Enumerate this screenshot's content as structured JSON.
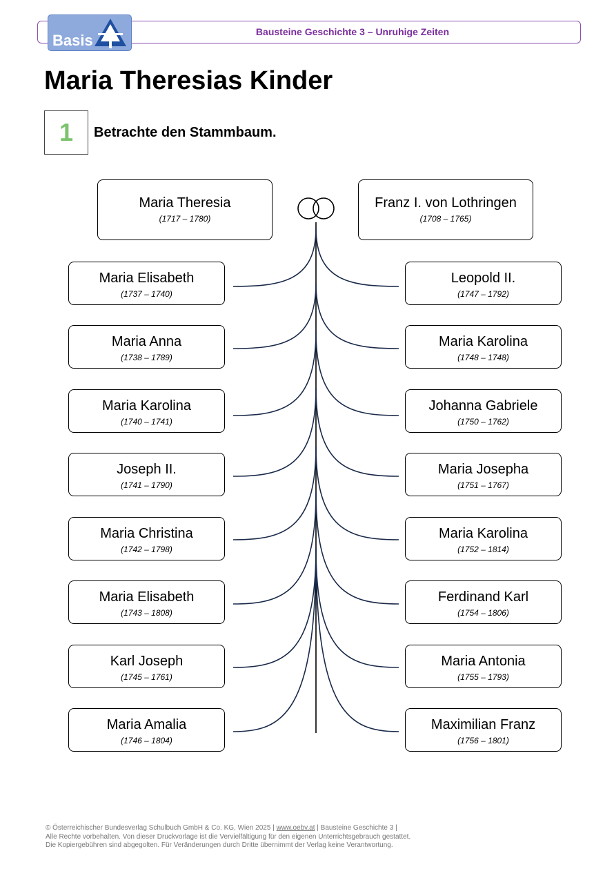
{
  "header": {
    "logo_text": "Basis",
    "series_title": "Bausteine Geschichte 3 – Unruhige Zeiten"
  },
  "title": "Maria Theresias Kinder",
  "task": {
    "number": "1",
    "instruction": "Betrachte den Stammbaum."
  },
  "parents": {
    "mother": {
      "name": "Maria Theresia",
      "years": "(1717 – 1780)"
    },
    "father": {
      "name": "Franz I. von Lothringen",
      "years": "(1708 – 1765)"
    }
  },
  "children_left": [
    {
      "name": "Maria Elisabeth",
      "years": "(1737 – 1740)"
    },
    {
      "name": "Maria Anna",
      "years": "(1738 – 1789)"
    },
    {
      "name": "Maria Karolina",
      "years": "(1740 – 1741)"
    },
    {
      "name": "Joseph II.",
      "years": "(1741 – 1790)"
    },
    {
      "name": "Maria Christina",
      "years": "(1742 – 1798)"
    },
    {
      "name": "Maria Elisabeth",
      "years": "(1743 – 1808)"
    },
    {
      "name": "Karl Joseph",
      "years": "(1745 – 1761)"
    },
    {
      "name": "Maria Amalia",
      "years": "(1746 – 1804)"
    }
  ],
  "children_right": [
    {
      "name": "Leopold II.",
      "years": "(1747 – 1792)"
    },
    {
      "name": "Maria Karolina",
      "years": "(1748 – 1748)"
    },
    {
      "name": "Johanna Gabriele",
      "years": "(1750 – 1762)"
    },
    {
      "name": "Maria Josepha",
      "years": "(1751 – 1767)"
    },
    {
      "name": "Maria Karolina",
      "years": "(1752 – 1814)"
    },
    {
      "name": "Ferdinand Karl",
      "years": "(1754 – 1806)"
    },
    {
      "name": "Maria Antonia",
      "years": "(1755 – 1793)"
    },
    {
      "name": "Maximilian Franz",
      "years": "(1756 – 1801)"
    }
  ],
  "footer": {
    "line1_prefix": "© Österreichischer Bundesverlag Schulbuch GmbH & Co. KG, Wien 2025 | ",
    "link": "www.oebv.at",
    "line1_suffix": " | Bausteine Geschichte 3 |",
    "line2": "Alle Rechte vorbehalten. Von dieser Druckvorlage ist die Vervielfältigung für den eigenen Unterrichtsgebrauch gestattet.",
    "line3": "Die Kopiergebühren sind abgegolten. Für Veränderungen durch Dritte übernimmt der Verlag keine Verantwortung."
  },
  "colors": {
    "series_title": "#7b2d9e",
    "header_border": "#8a4fb0",
    "logo_bg": "#8ea9dc",
    "task_number": "#7cc36e",
    "tree_lines": "#1a2a4a"
  },
  "icons": {
    "logo_mark": "triangle-logo-icon",
    "marriage_symbol": "interlocked-rings-icon"
  }
}
